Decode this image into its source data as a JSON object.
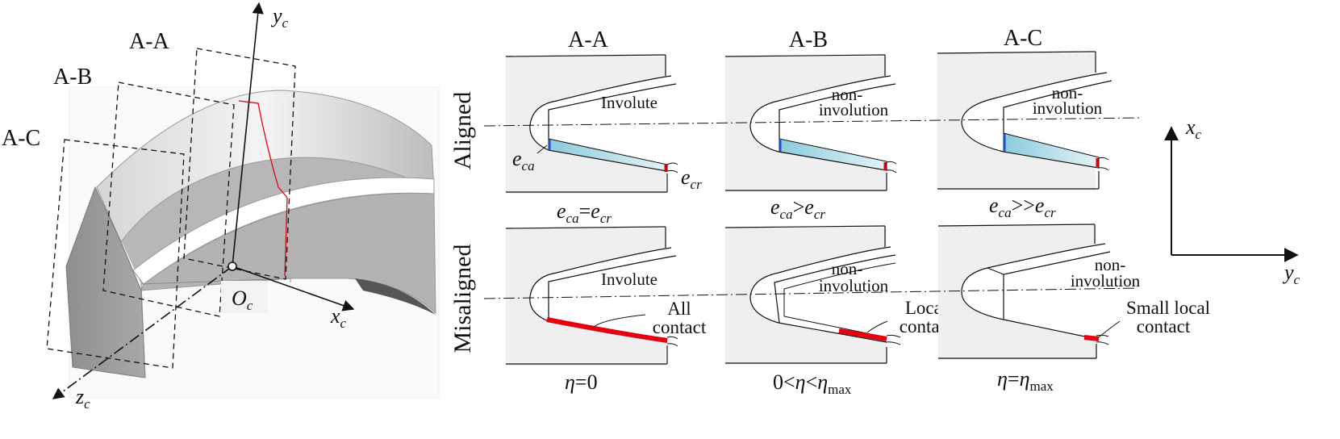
{
  "figure": {
    "left_3d": {
      "sections": [
        "A-A",
        "A-B",
        "A-C"
      ],
      "axes": {
        "y": "y",
        "x": "x",
        "z": "z",
        "sub": "c"
      },
      "origin": {
        "main": "O",
        "sub": "c"
      }
    },
    "columns": [
      "A-A",
      "A-B",
      "A-C"
    ],
    "rows": [
      "Aligned",
      "Misaligned"
    ],
    "panels_aligned": [
      {
        "profile_1": "Involute",
        "profile_2": ""
      },
      {
        "profile_1": "non-",
        "profile_2": "involution"
      },
      {
        "profile_1": "non-",
        "profile_2": "involution"
      }
    ],
    "panels_misaligned": [
      {
        "profile_1": "Involute",
        "profile_2": "",
        "contact_1": "All",
        "contact_2": "contact"
      },
      {
        "profile_1": "non-",
        "profile_2": "involution",
        "contact_1": "Local",
        "contact_2": "contact"
      },
      {
        "profile_1": "non-",
        "profile_2": "involution",
        "contact_1": "Small local",
        "contact_2": "contact"
      }
    ],
    "aligned_annotations": {
      "eca": "e",
      "eca_sub": "ca",
      "ecr": "e",
      "ecr_sub": "cr"
    },
    "aligned_captions": [
      {
        "lhs": "e",
        "lhs_sub": "ca",
        "op": "=",
        "rhs": "e",
        "rhs_sub": "cr"
      },
      {
        "lhs": "e",
        "lhs_sub": "ca",
        "op": ">",
        "rhs": "e",
        "rhs_sub": "cr"
      },
      {
        "lhs": "e",
        "lhs_sub": "ca",
        "op": ">>",
        "rhs": "e",
        "rhs_sub": "cr"
      }
    ],
    "misaligned_captions": {
      "c1": {
        "sym": "η",
        "rest": "=0"
      },
      "c2": {
        "pre": "0<",
        "sym": "η",
        "mid": "<",
        "sym2": "η",
        "sub": "max"
      },
      "c3": {
        "sym": "η",
        "mid": "=",
        "sym2": "η",
        "sub": "max"
      }
    },
    "right_axes": {
      "x": "x",
      "y": "y",
      "sub": "c"
    },
    "colors": {
      "contact_red": "#e3000f",
      "fill_blue": "#9fd3e2",
      "edge_blue": "#1f4fd0",
      "panel_bg": "#efefef"
    }
  }
}
